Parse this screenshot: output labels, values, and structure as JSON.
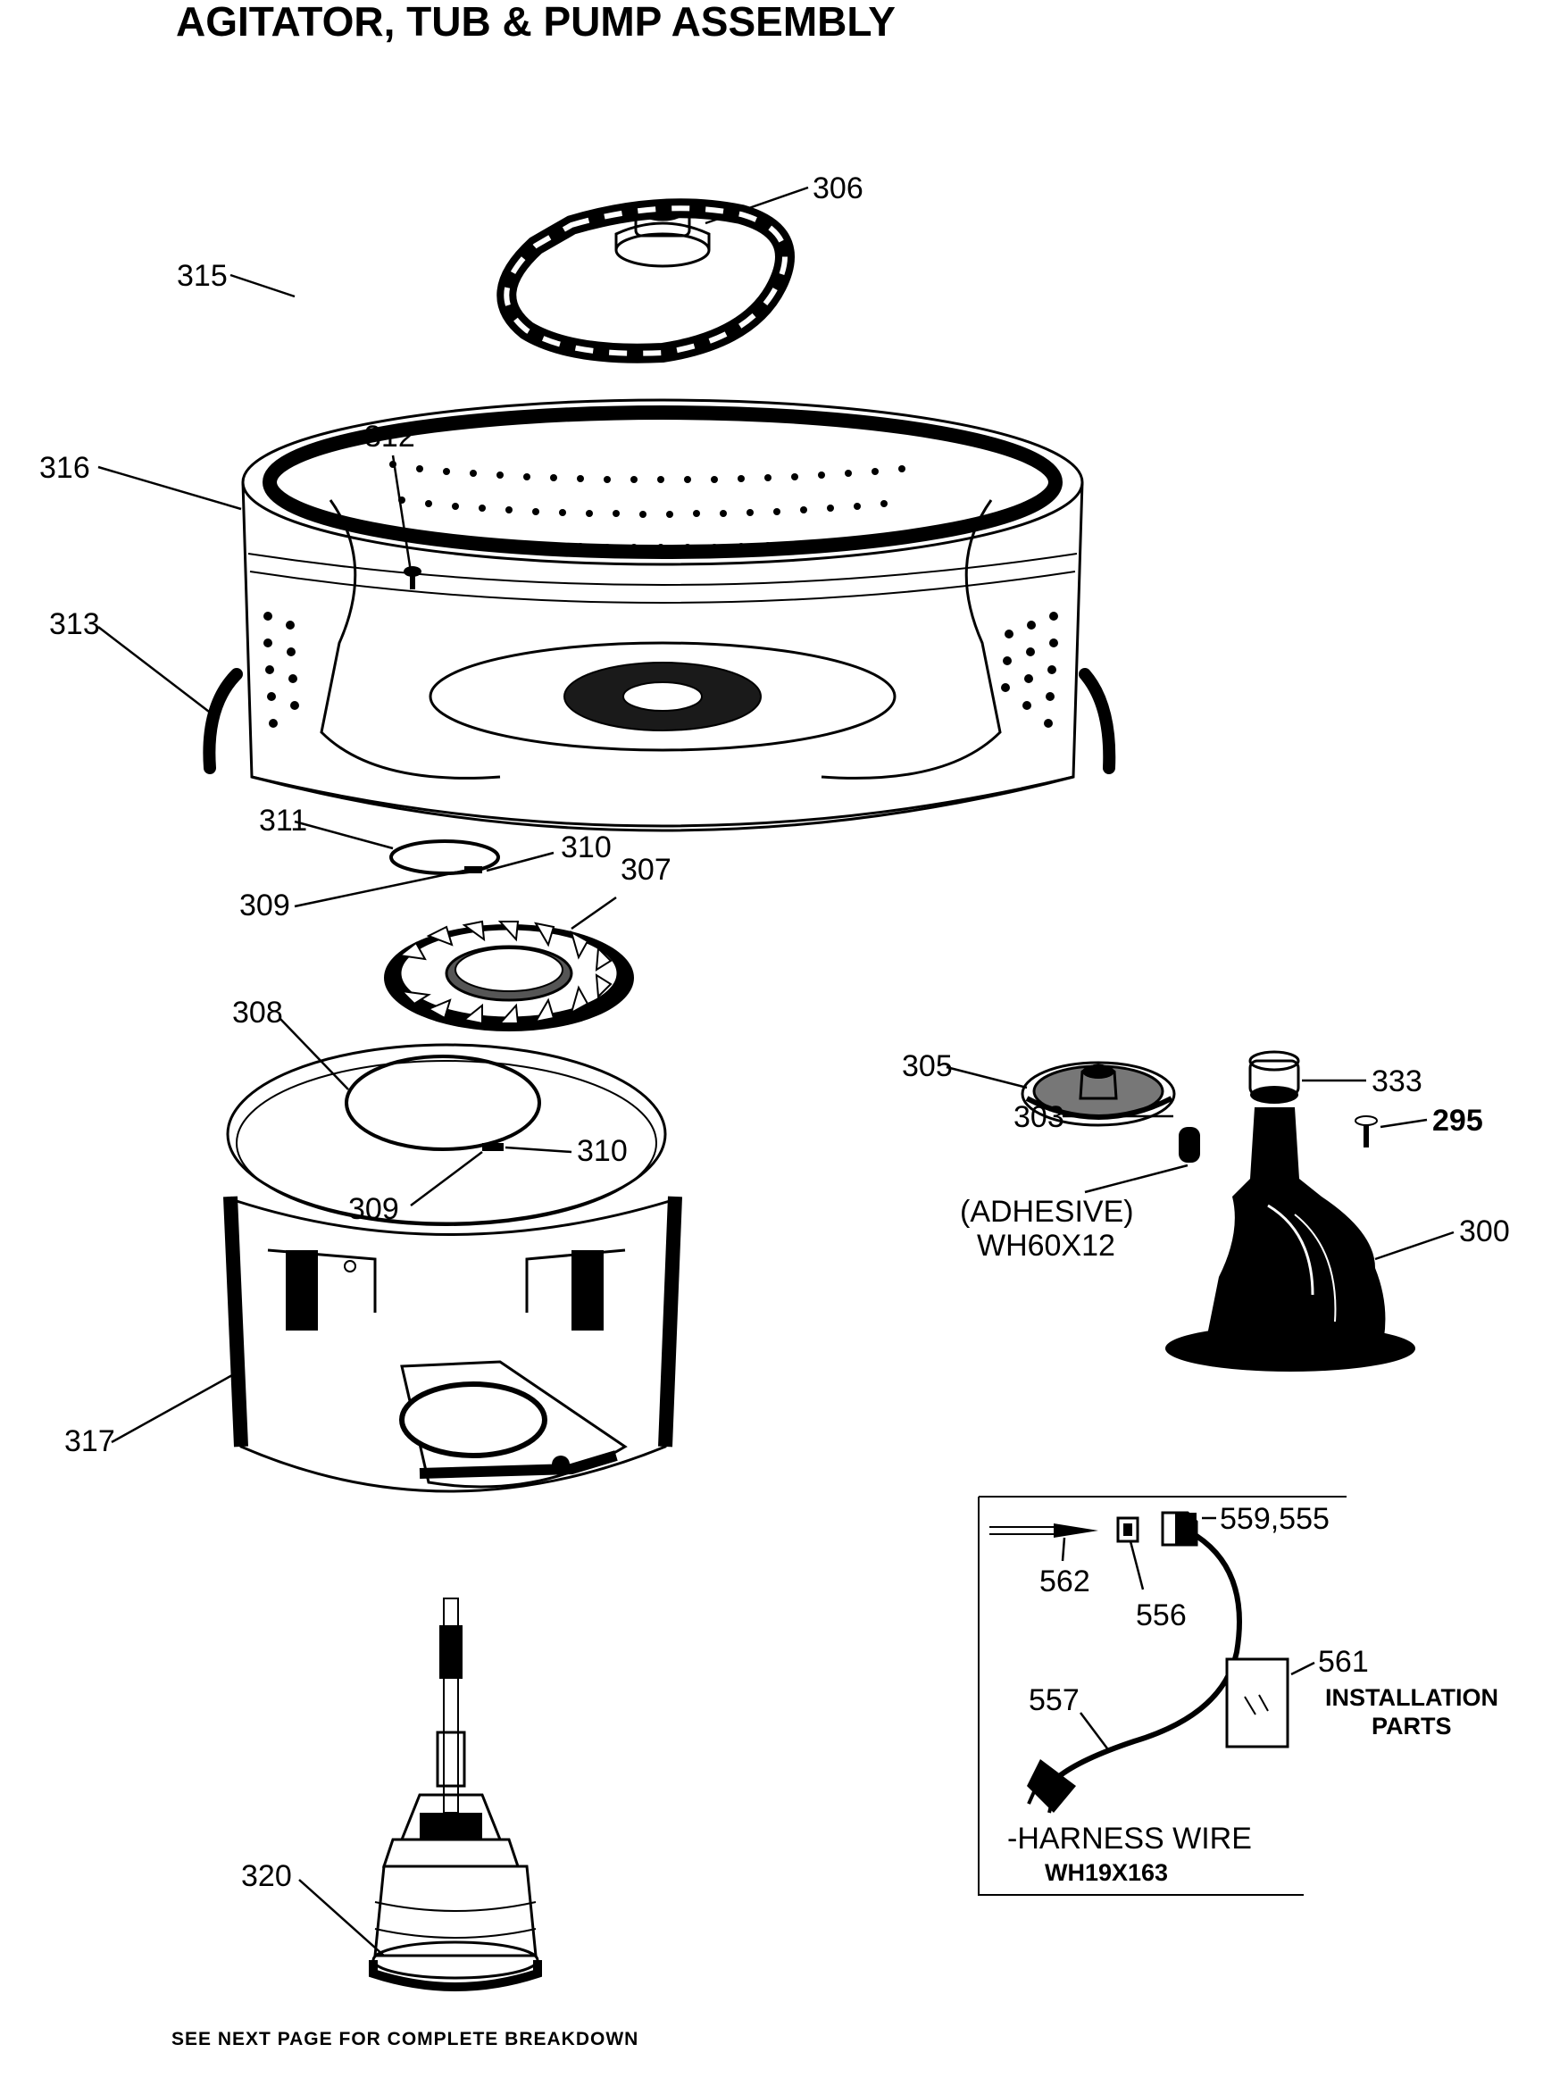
{
  "page": {
    "title": "AGITATOR, TUB & PUMP ASSEMBLY",
    "footer_note": "SEE NEXT PAGE FOR COMPLETE BREAKDOWN"
  },
  "callouts": {
    "p306": "306",
    "p315": "315",
    "p316": "316",
    "p312": "312",
    "p313": "313",
    "p311": "311",
    "p310a": "310",
    "p309a": "309",
    "p307": "307",
    "p308": "308",
    "p310b": "310",
    "p309b": "309",
    "p317": "317",
    "p320": "320",
    "p305": "305",
    "p333": "333",
    "p295": "295",
    "p303": "303",
    "p300": "300",
    "p559_555": "559,555",
    "p562": "562",
    "p556": "556",
    "p557": "557",
    "p561": "561"
  },
  "notes": {
    "adhesive_line1": "(ADHESIVE)",
    "adhesive_line2": "WH60X12",
    "installation_line1": "INSTALLATION",
    "installation_line2": "PARTS",
    "harness_line1": "-HARNESS WIRE",
    "harness_line2": "WH19X163"
  },
  "colors": {
    "ink": "#000000",
    "paper": "#ffffff",
    "shade": "#1a1a1a"
  }
}
